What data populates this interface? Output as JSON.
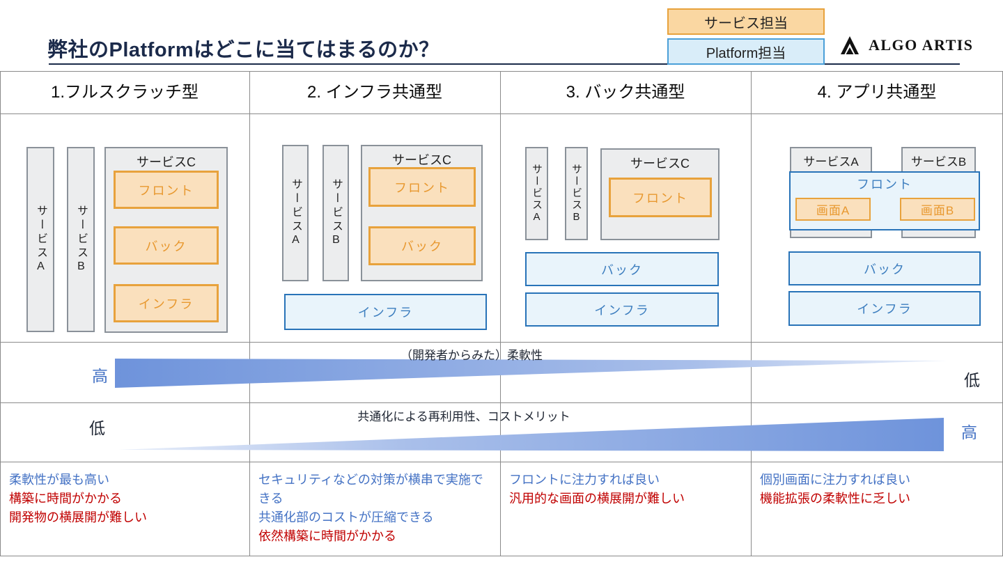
{
  "title": "弊社のPlatformはどこに当てはまるのか？",
  "legend": {
    "service": "サービス担当",
    "platform": "Platform担当"
  },
  "logo": "ALGO ARTIS",
  "columns": [
    {
      "header": "1.フルスクラッチ型"
    },
    {
      "header": "2. インフラ共通型"
    },
    {
      "header": "3. バック共通型"
    },
    {
      "header": "4. アプリ共通型"
    }
  ],
  "labels": {
    "service_a": "サービスA",
    "service_b": "サービスB",
    "service_c": "サービスC",
    "front": "フロント",
    "back": "バック",
    "infra": "インフラ",
    "screen_a": "画面A",
    "screen_b": "画面B"
  },
  "axis_rows": [
    {
      "label": "（開発者からみた）柔軟性",
      "left": "高",
      "right": "低",
      "direction": "high-to-low"
    },
    {
      "label": "共通化による再利用性、コストメリット",
      "left": "低",
      "right": "高",
      "direction": "low-to-high"
    }
  ],
  "notes": [
    {
      "lines": [
        {
          "text": "柔軟性が最も高い",
          "tone": "pro"
        },
        {
          "text": "構築に時間がかかる",
          "tone": "con"
        },
        {
          "text": "開発物の横展開が難しい",
          "tone": "con"
        }
      ]
    },
    {
      "lines": [
        {
          "text": "セキュリティなどの対策が横串で実施できる",
          "tone": "pro"
        },
        {
          "text": "共通化部のコストが圧縮できる",
          "tone": "pro"
        },
        {
          "text": "依然構築に時間がかかる",
          "tone": "con"
        }
      ]
    },
    {
      "lines": [
        {
          "text": "フロントに注力すれば良い",
          "tone": "pro"
        },
        {
          "text": "汎用的な画面の横展開が難しい",
          "tone": "con"
        }
      ]
    },
    {
      "lines": [
        {
          "text": "個別画面に注力すれば良い",
          "tone": "pro"
        },
        {
          "text": "機能拡張の柔軟性に乏しい",
          "tone": "con"
        }
      ]
    }
  ],
  "colors": {
    "title_navy": "#1b2a4a",
    "service_orange_border": "#e8a23c",
    "service_orange_fill": "#fae0bd",
    "platform_blue_border": "#2873b8",
    "platform_blue_fill": "#e9f4fb",
    "gray_fill": "#ecedee",
    "wedge_blue": "#6e93db",
    "pro_text_blue": "#4472c4",
    "con_text_red": "#c00000"
  }
}
